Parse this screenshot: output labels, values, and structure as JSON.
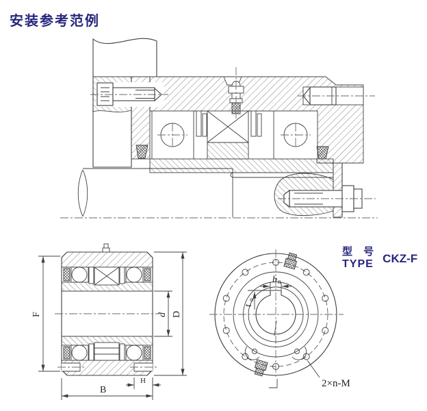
{
  "title": "安装参考范例",
  "type_block": {
    "label_zh": "型 号",
    "label_en": "TYPE",
    "model": "CKZ-F"
  },
  "side_view": {
    "dims": {
      "F": "F",
      "B": "B",
      "H": "H",
      "d": "d",
      "D": "D"
    }
  },
  "front_view": {
    "keyway_width_letter": "b",
    "keyway_depth_letter": "t",
    "keyway_subscript": "n",
    "mount_holes_label": "2×n-M",
    "bolt_hole_count": 10
  },
  "colors": {
    "heading_text": "#26267e",
    "line_work": "#3f3f3f"
  }
}
